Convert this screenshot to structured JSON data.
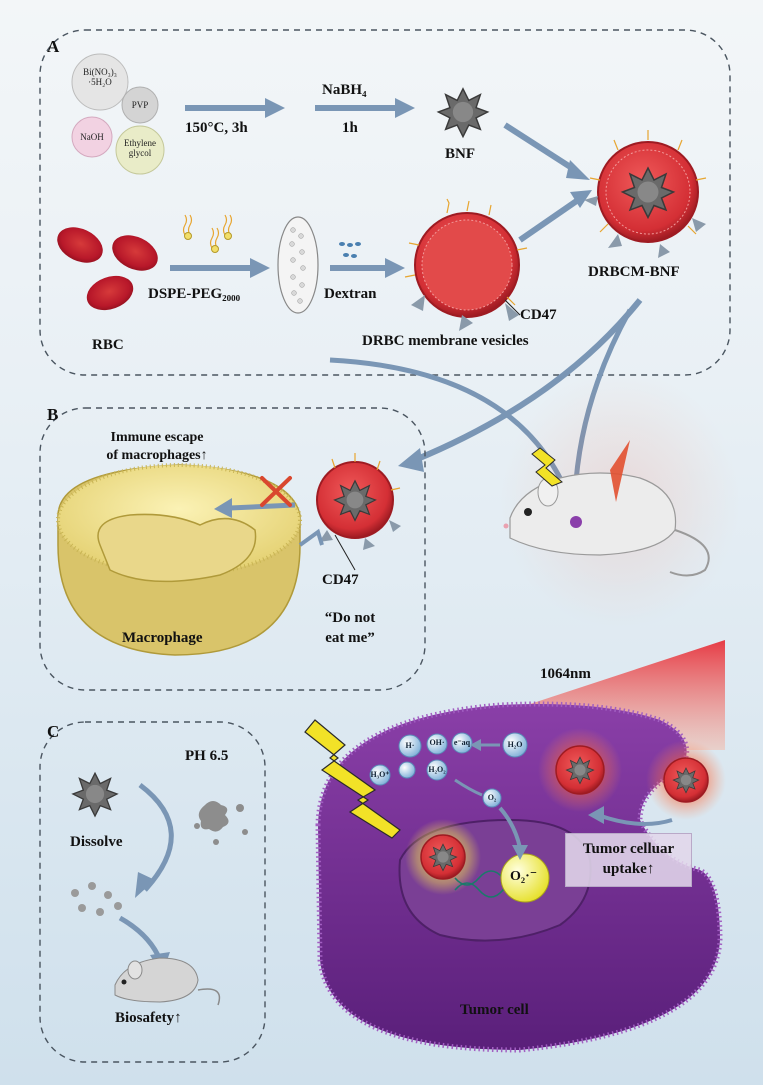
{
  "panels": {
    "a": "A",
    "b": "B",
    "c": "C"
  },
  "reagents": {
    "bi": "Bi(NO₃)₃ ·5H₂O",
    "pvp": "PVP",
    "naoh": "NaOH",
    "eg": "Ethylene glycol"
  },
  "synthesis": {
    "condition1": "150°C, 3h",
    "reductant": "NaBH₄",
    "time2": "1h",
    "bnf": "BNF",
    "product": "DRBCM-BNF"
  },
  "membrane": {
    "rbc": "RBC",
    "lipid": "DSPE-PEG₂₀₀₀",
    "dextran": "Dextran",
    "cd47": "CD47",
    "vesicles": "DRBC membrane vesicles"
  },
  "panel_b": {
    "immune_line1": "Immune escape",
    "immune_line2": "of macrophages↑",
    "cd47": "CD47",
    "quote_line1": "“Do not",
    "quote_line2": "eat me”",
    "macrophage": "Macrophage"
  },
  "panel_c": {
    "ph": "PH 6.5",
    "dissolve": "Dissolve",
    "biosafety": "Biosafety↑"
  },
  "tumor": {
    "laser": "1064nm",
    "molecules": {
      "oh": "OH·",
      "eaq": "e⁻aq",
      "h": "H·",
      "h2o2": "H₂O₂",
      "h3o": "H₃O⁺",
      "h2o": "H₂O",
      "o2": "O₂",
      "superoxide": "O₂·⁻"
    },
    "uptake_line1": "Tumor celluar",
    "uptake_line2": "uptake↑",
    "cell": "Tumor cell"
  }
}
